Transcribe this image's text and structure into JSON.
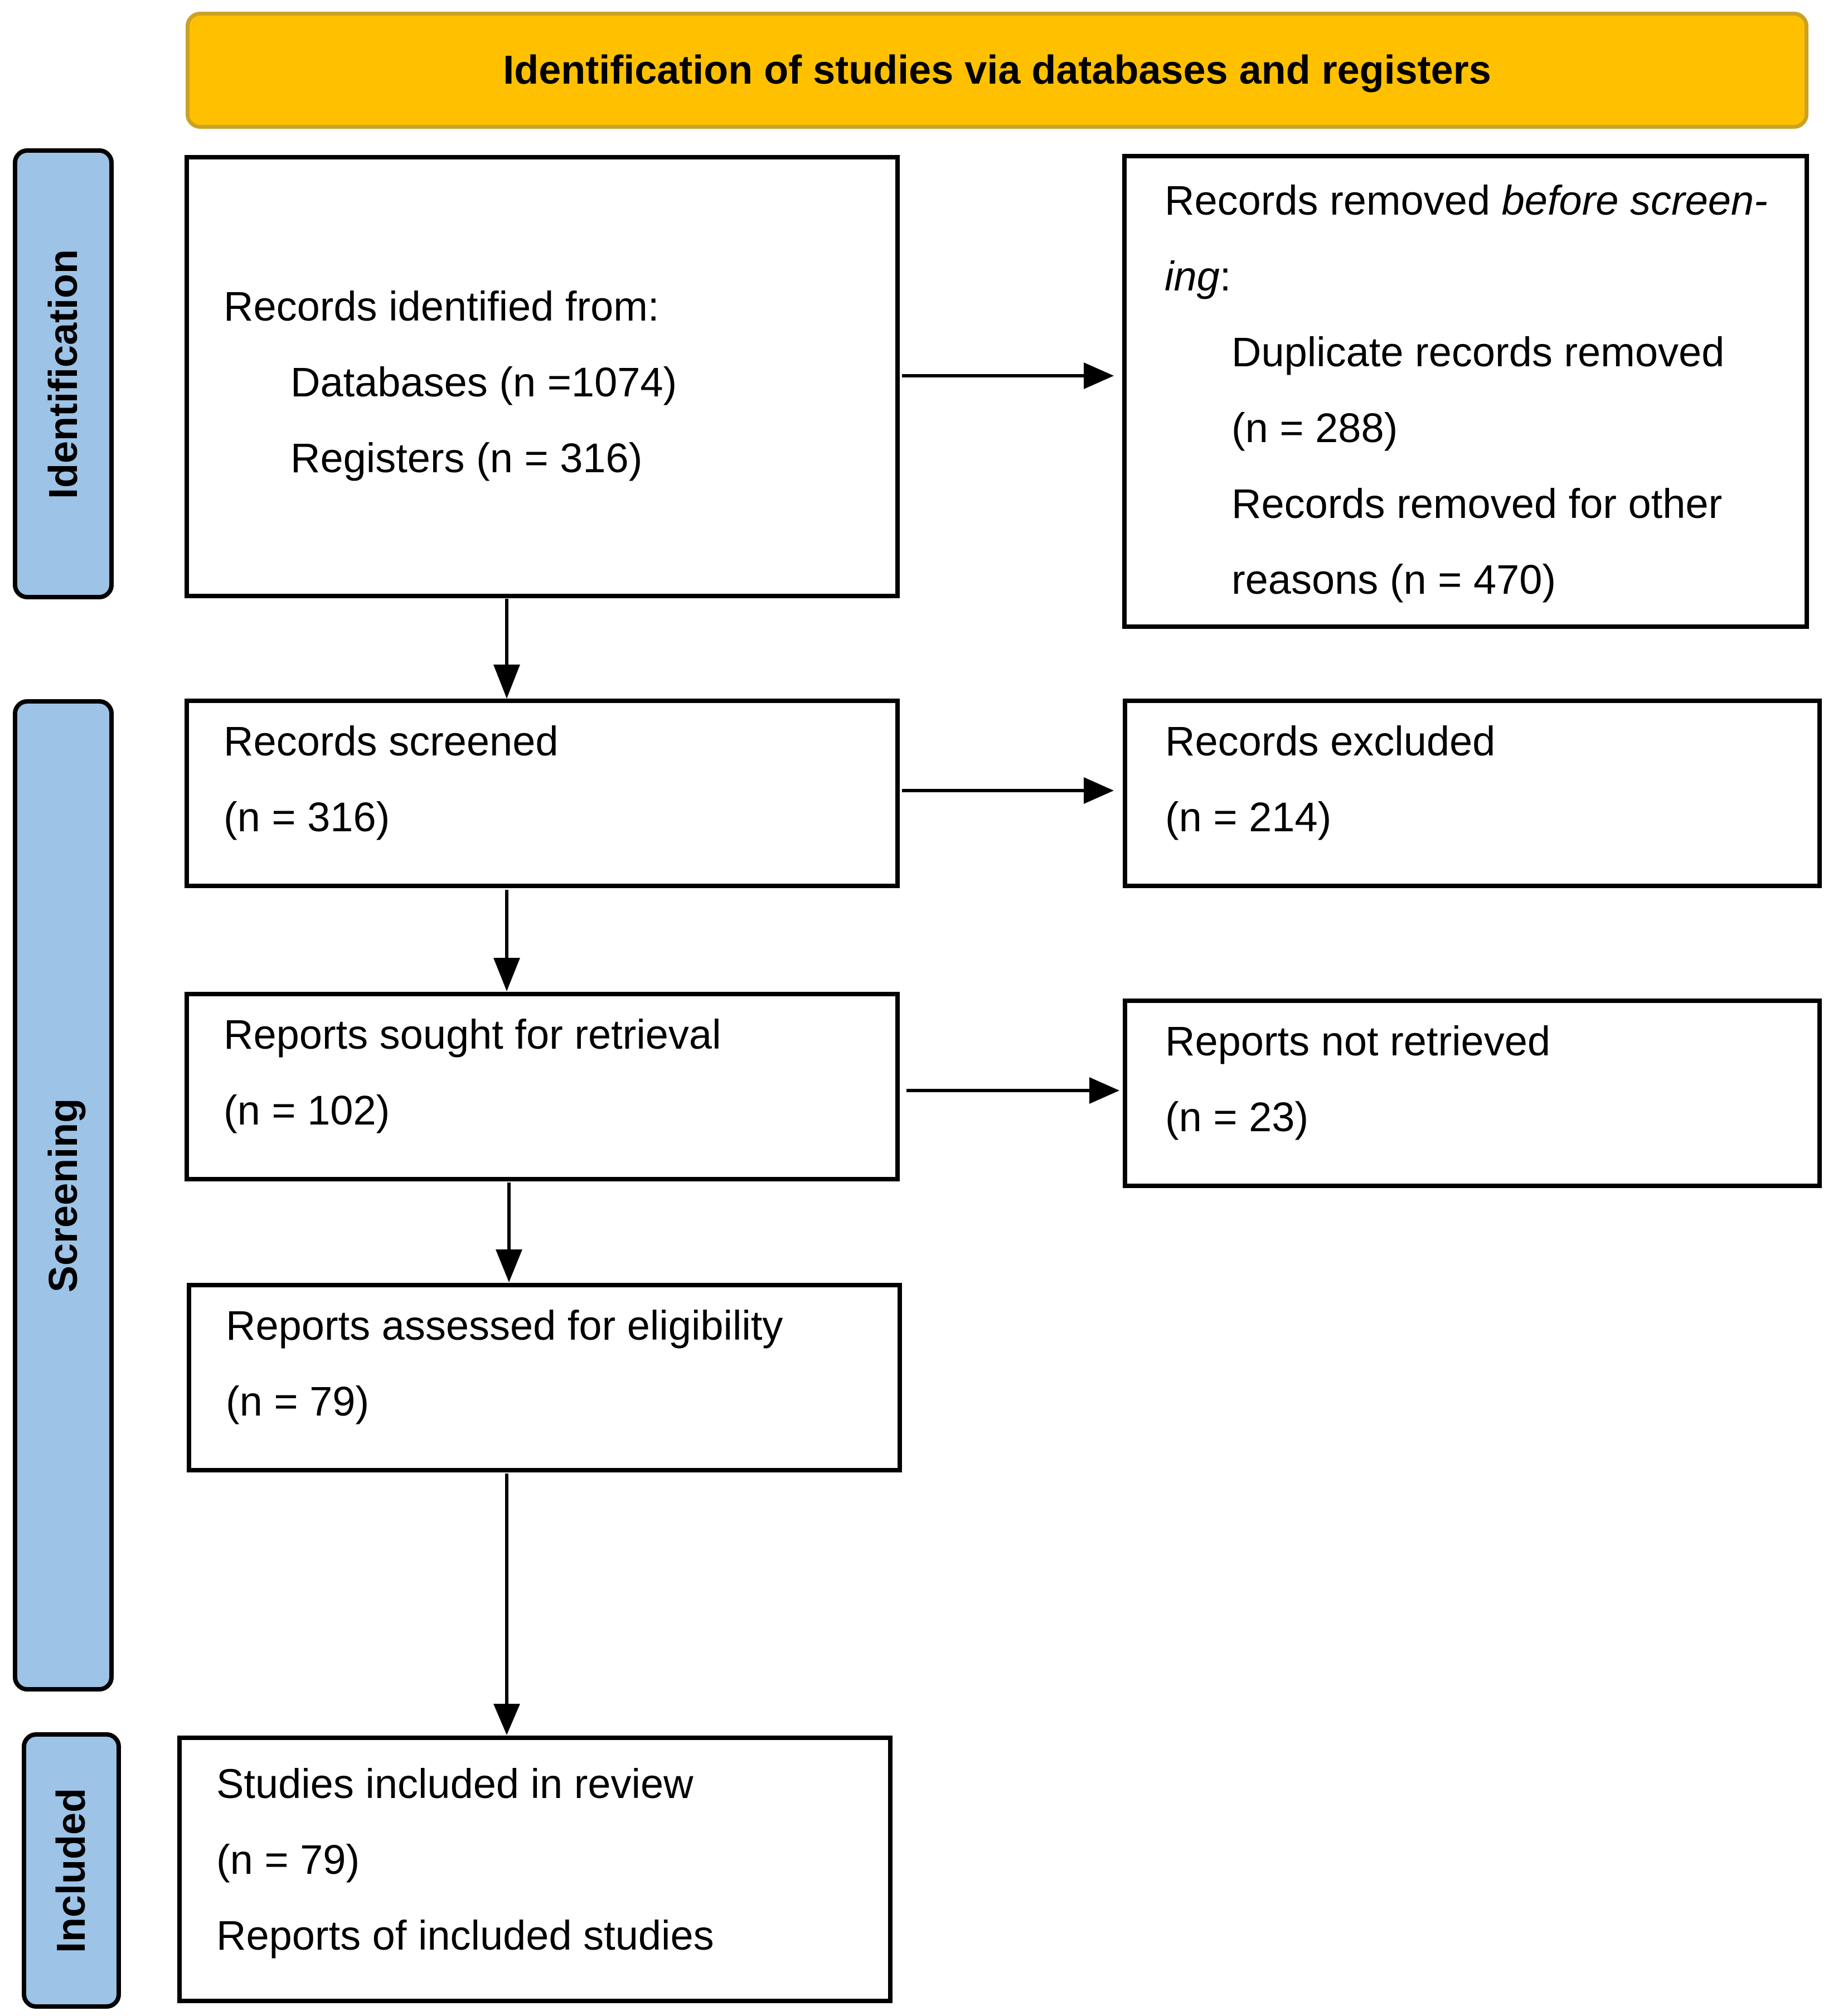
{
  "header": {
    "title": "Identification of studies via databases and registers"
  },
  "phases": {
    "identification": "Identification",
    "screening": "Screening",
    "included": "Included"
  },
  "boxes": {
    "identified": {
      "heading": "Records identified from:",
      "databases": "Databases (n =1074)",
      "registers": "Registers (n = 316)"
    },
    "removed": {
      "heading_plain": "Records removed ",
      "heading_italic": "before screen-",
      "heading_italic2": "ing",
      "heading_colon": ":",
      "duplicate": "Duplicate records removed",
      "duplicate_n": "(n = 288)",
      "other": "Records removed for other",
      "other_n": "reasons (n = 470)"
    },
    "screened": {
      "label": "Records screened",
      "n": "(n = 316)"
    },
    "excluded": {
      "label": "Records excluded",
      "n": "(n = 214)"
    },
    "sought": {
      "label": "Reports sought for retrieval",
      "n": "(n = 102)"
    },
    "not_retrieved": {
      "label": "Reports not retrieved",
      "n": "(n = 23)"
    },
    "assessed": {
      "label": "Reports assessed for eligibility",
      "n": "(n = 79)"
    },
    "included": {
      "label": "Studies included in review",
      "n": "(n = 79)",
      "reports": "Reports of included studies"
    }
  },
  "colors": {
    "header_fill": "#FFC000",
    "phase_fill": "#9DC3E6",
    "box_border": "#000000"
  }
}
